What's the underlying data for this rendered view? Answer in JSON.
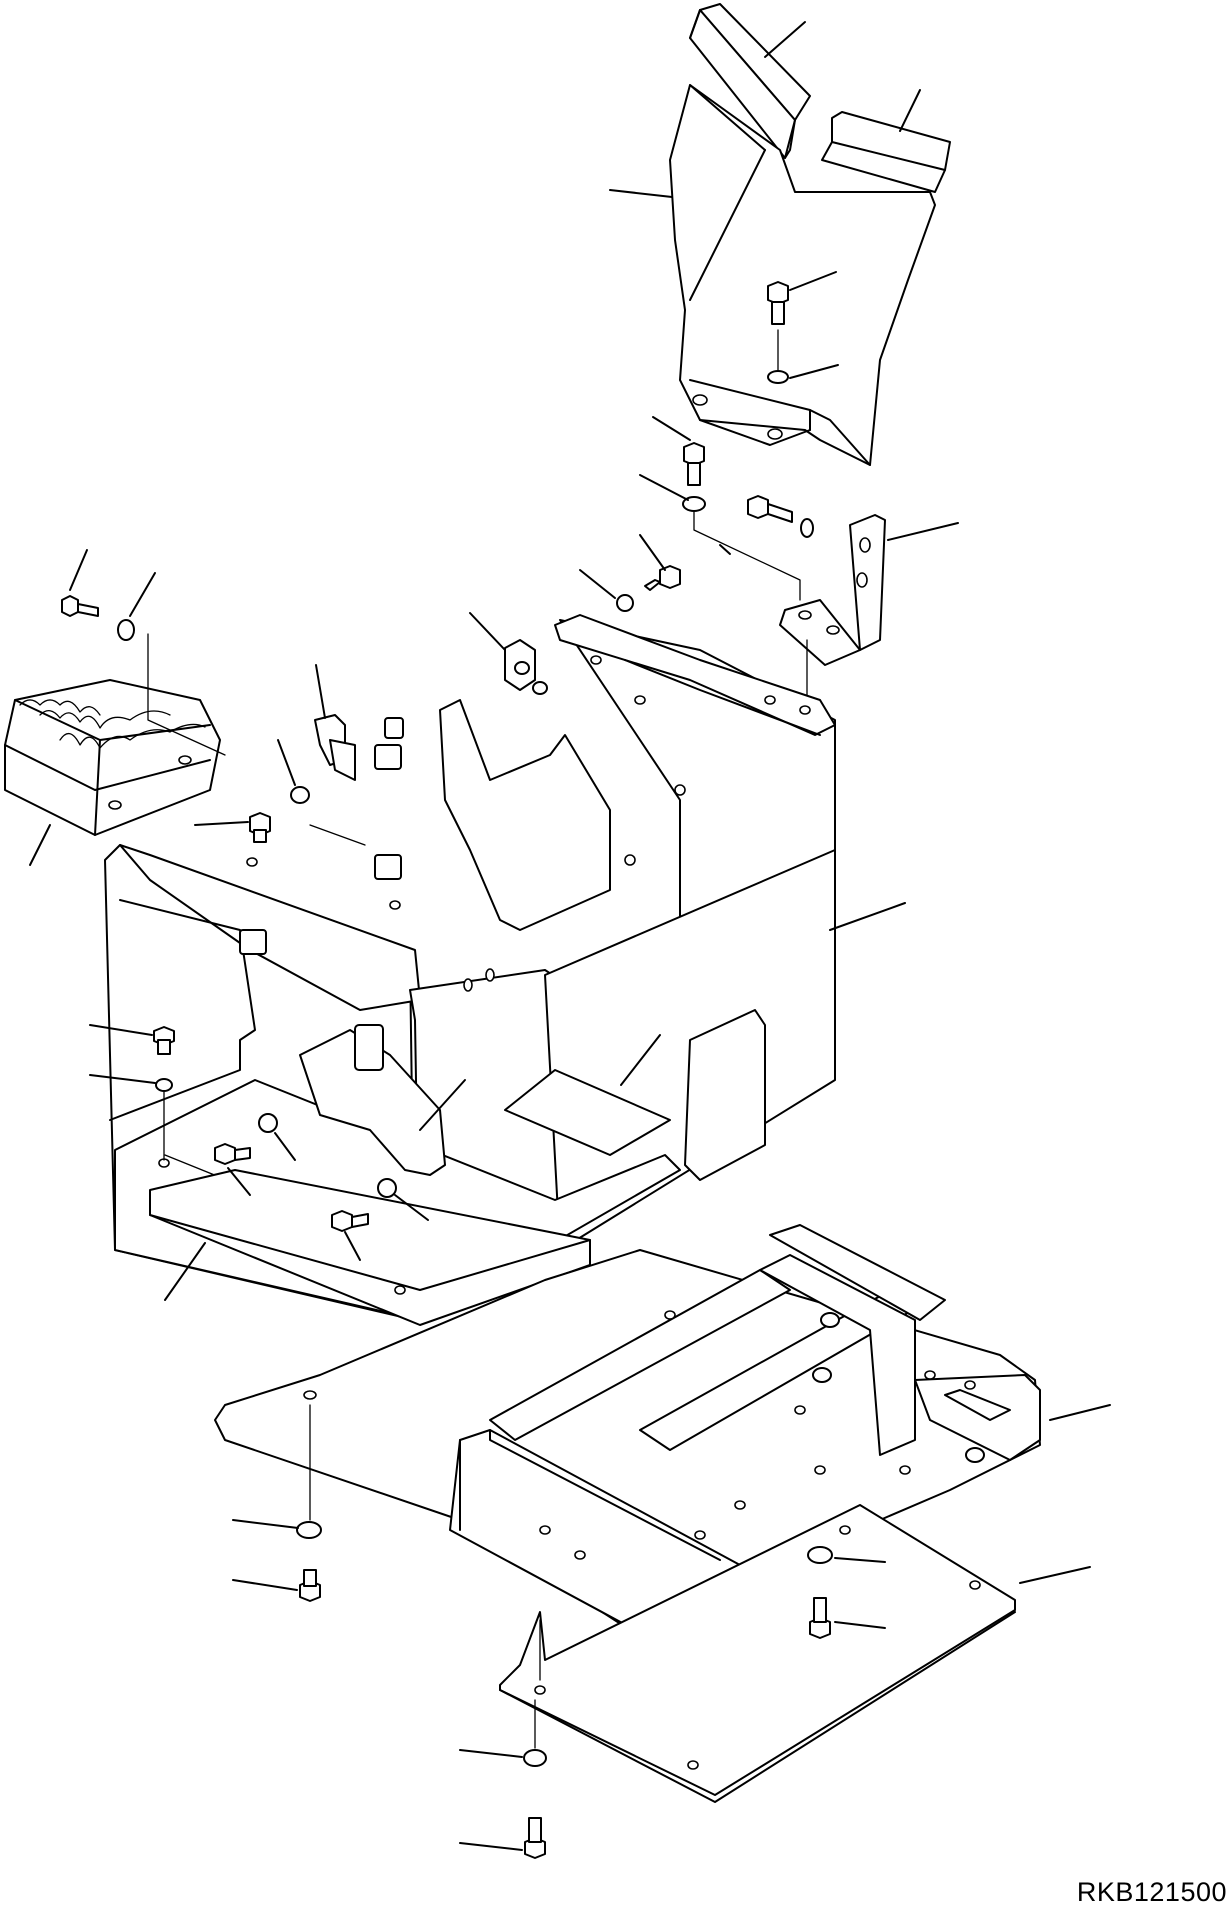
{
  "drawing": {
    "code": "RKB121500",
    "parts": [
      {
        "id": "upper-cover",
        "icon": "cover-plate-icon"
      },
      {
        "id": "seal-strip-left",
        "icon": "seal-strip-icon"
      },
      {
        "id": "seal-strip-right",
        "icon": "seal-strip-icon"
      },
      {
        "id": "mounting-bracket",
        "icon": "bracket-icon"
      },
      {
        "id": "step",
        "icon": "step-icon"
      },
      {
        "id": "main-frame-box",
        "icon": "frame-icon"
      },
      {
        "id": "base-frame",
        "icon": "frame-icon"
      },
      {
        "id": "bottom-plate",
        "icon": "plate-icon"
      },
      {
        "id": "cushion-pad",
        "icon": "pad-icon"
      },
      {
        "id": "bolts",
        "icon": "bolt-icon"
      },
      {
        "id": "washers",
        "icon": "washer-icon"
      }
    ]
  }
}
